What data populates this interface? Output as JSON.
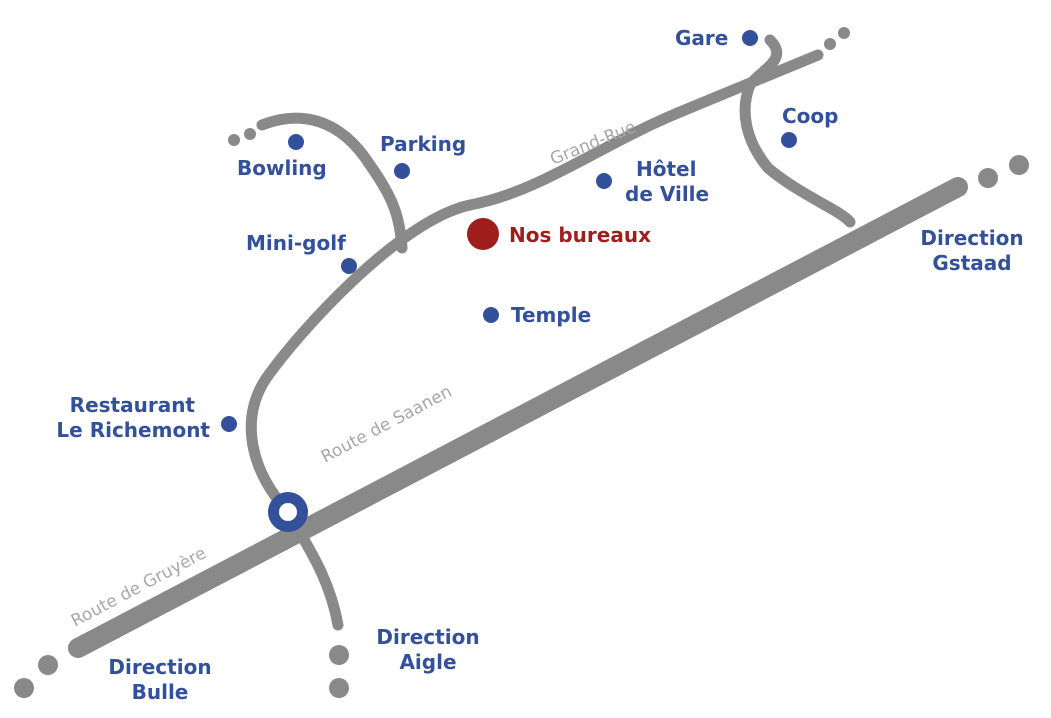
{
  "colors": {
    "road": "#898989",
    "poi": "#33509a",
    "office": "#9e1e1e",
    "street_label": "#a7a7a7",
    "roundabout": "#33509a"
  },
  "streets": {
    "saanen": "Route de Saanen",
    "gruyere": "Route de Gruyère",
    "grand_rue": "Grand-Rue"
  },
  "office": {
    "label": "Nos bureaux",
    "icon": "office-marker-icon"
  },
  "pois": {
    "gare": "Gare",
    "coop": "Coop",
    "parking": "Parking",
    "bowling": "Bowling",
    "hotel_line1": "Hôtel",
    "hotel_line2": "de Ville",
    "minigolf": "Mini-golf",
    "temple": "Temple",
    "restaurant_line1": "Restaurant",
    "restaurant_line2": "Le Richemont"
  },
  "directions": {
    "gstaad_line1": "Direction",
    "gstaad_line2": "Gstaad",
    "bulle_line1": "Direction",
    "bulle_line2": "Bulle",
    "aigle_line1": "Direction",
    "aigle_line2": "Aigle"
  }
}
